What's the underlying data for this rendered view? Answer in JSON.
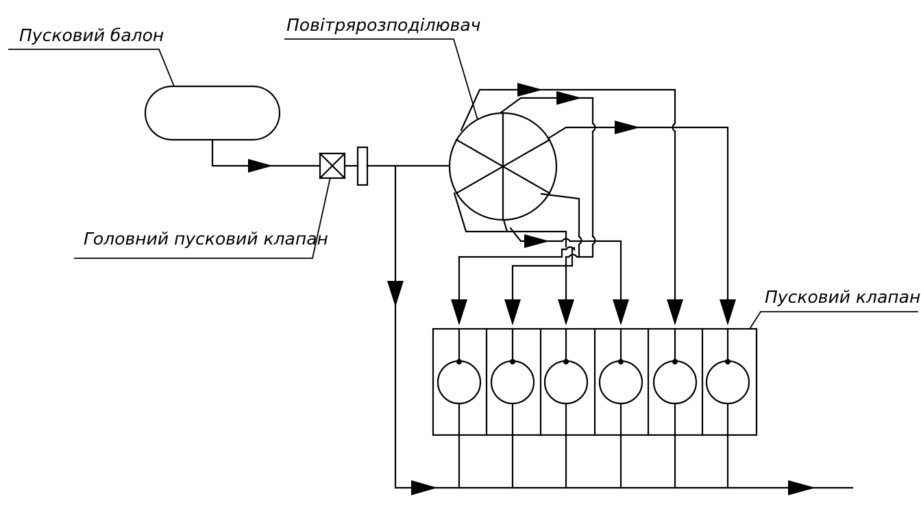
{
  "labels": {
    "tank": "Пусковий балон",
    "distributor": "Повітрярозподілювач",
    "main_valve": "Головний пусковий клапан",
    "start_valve": "Пусковий клапан"
  },
  "cylinders_count": 6
}
